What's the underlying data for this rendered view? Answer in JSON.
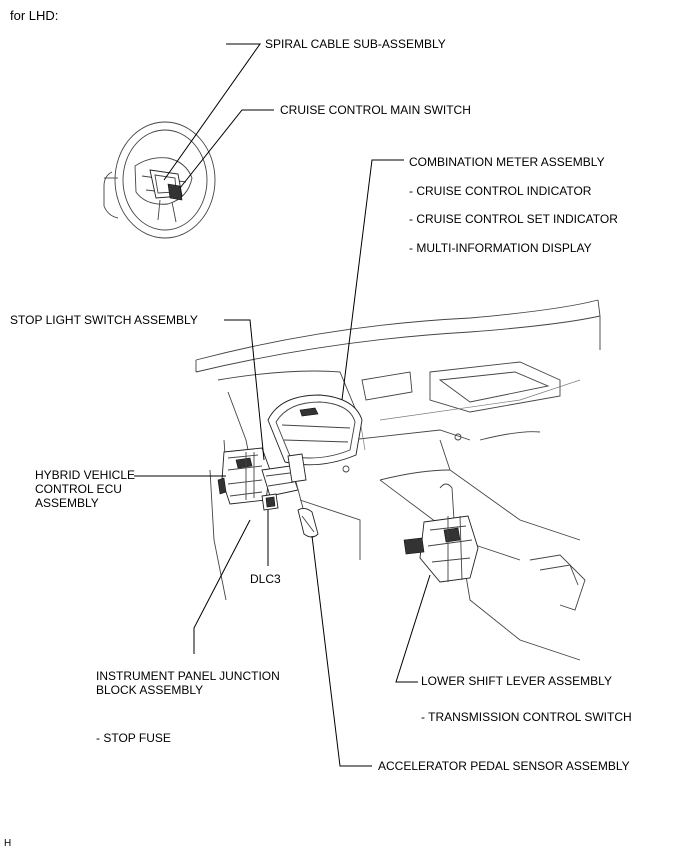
{
  "header": {
    "title": "for LHD:"
  },
  "labels": {
    "spiral_cable": "SPIRAL CABLE SUB-ASSEMBLY",
    "cruise_main_switch": "CRUISE CONTROL MAIN SWITCH",
    "combination_meter": "COMBINATION METER ASSEMBLY",
    "cruise_indicator": "- CRUISE CONTROL INDICATOR",
    "cruise_set_indicator": "- CRUISE CONTROL SET INDICATOR",
    "multi_info_display": "- MULTI-INFORMATION DISPLAY",
    "stop_light_switch": "STOP LIGHT SWITCH ASSEMBLY",
    "hybrid_ecu": [
      "HYBRID VEHICLE",
      "CONTROL ECU",
      "ASSEMBLY"
    ],
    "dlc3": "DLC3",
    "junction_block": [
      "INSTRUMENT PANEL JUNCTION",
      "BLOCK ASSEMBLY"
    ],
    "stop_fuse": "- STOP FUSE",
    "lower_shift_lever": "LOWER SHIFT LEVER ASSEMBLY",
    "transmission_switch": "- TRANSMISSION CONTROL SWITCH",
    "accelerator_pedal": "ACCELERATOR PEDAL SENSOR ASSEMBLY"
  },
  "footer": {
    "code": "H"
  }
}
